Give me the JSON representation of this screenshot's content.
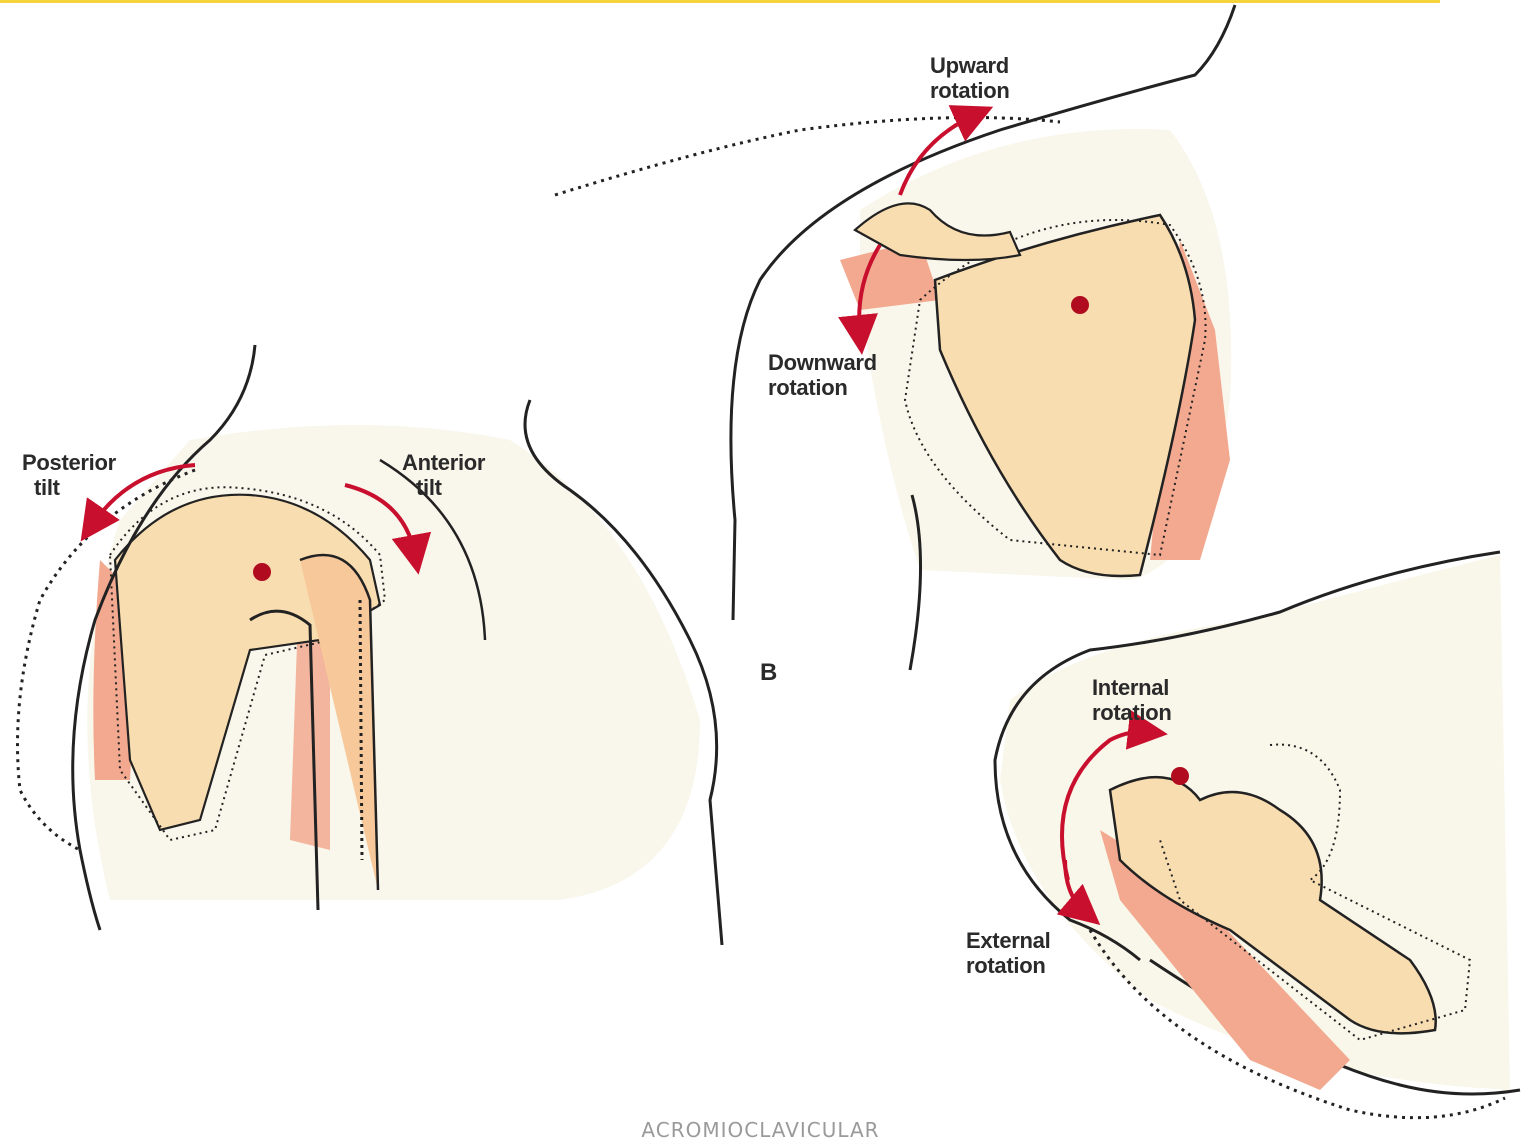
{
  "labels": {
    "posterior_tilt": [
      "Posterior",
      "tilt"
    ],
    "anterior_tilt": [
      "Anterior",
      "tilt"
    ],
    "upward_rotation": [
      "Upward",
      "rotation"
    ],
    "downward_rotation": [
      "Downward",
      "rotation"
    ],
    "internal_rotation": [
      "Internal",
      "rotation"
    ],
    "external_rotation": [
      "External",
      "rotation"
    ],
    "panel_b": "B"
  },
  "caption": "ACROMIOCLAVICULAR",
  "colors": {
    "arrow": "#c8102e",
    "bone_fill": "#f8ddb0",
    "bone_shadow": "#f2a98f",
    "skin": "#f7f4e6",
    "accent_bar": "#f5d33b"
  }
}
